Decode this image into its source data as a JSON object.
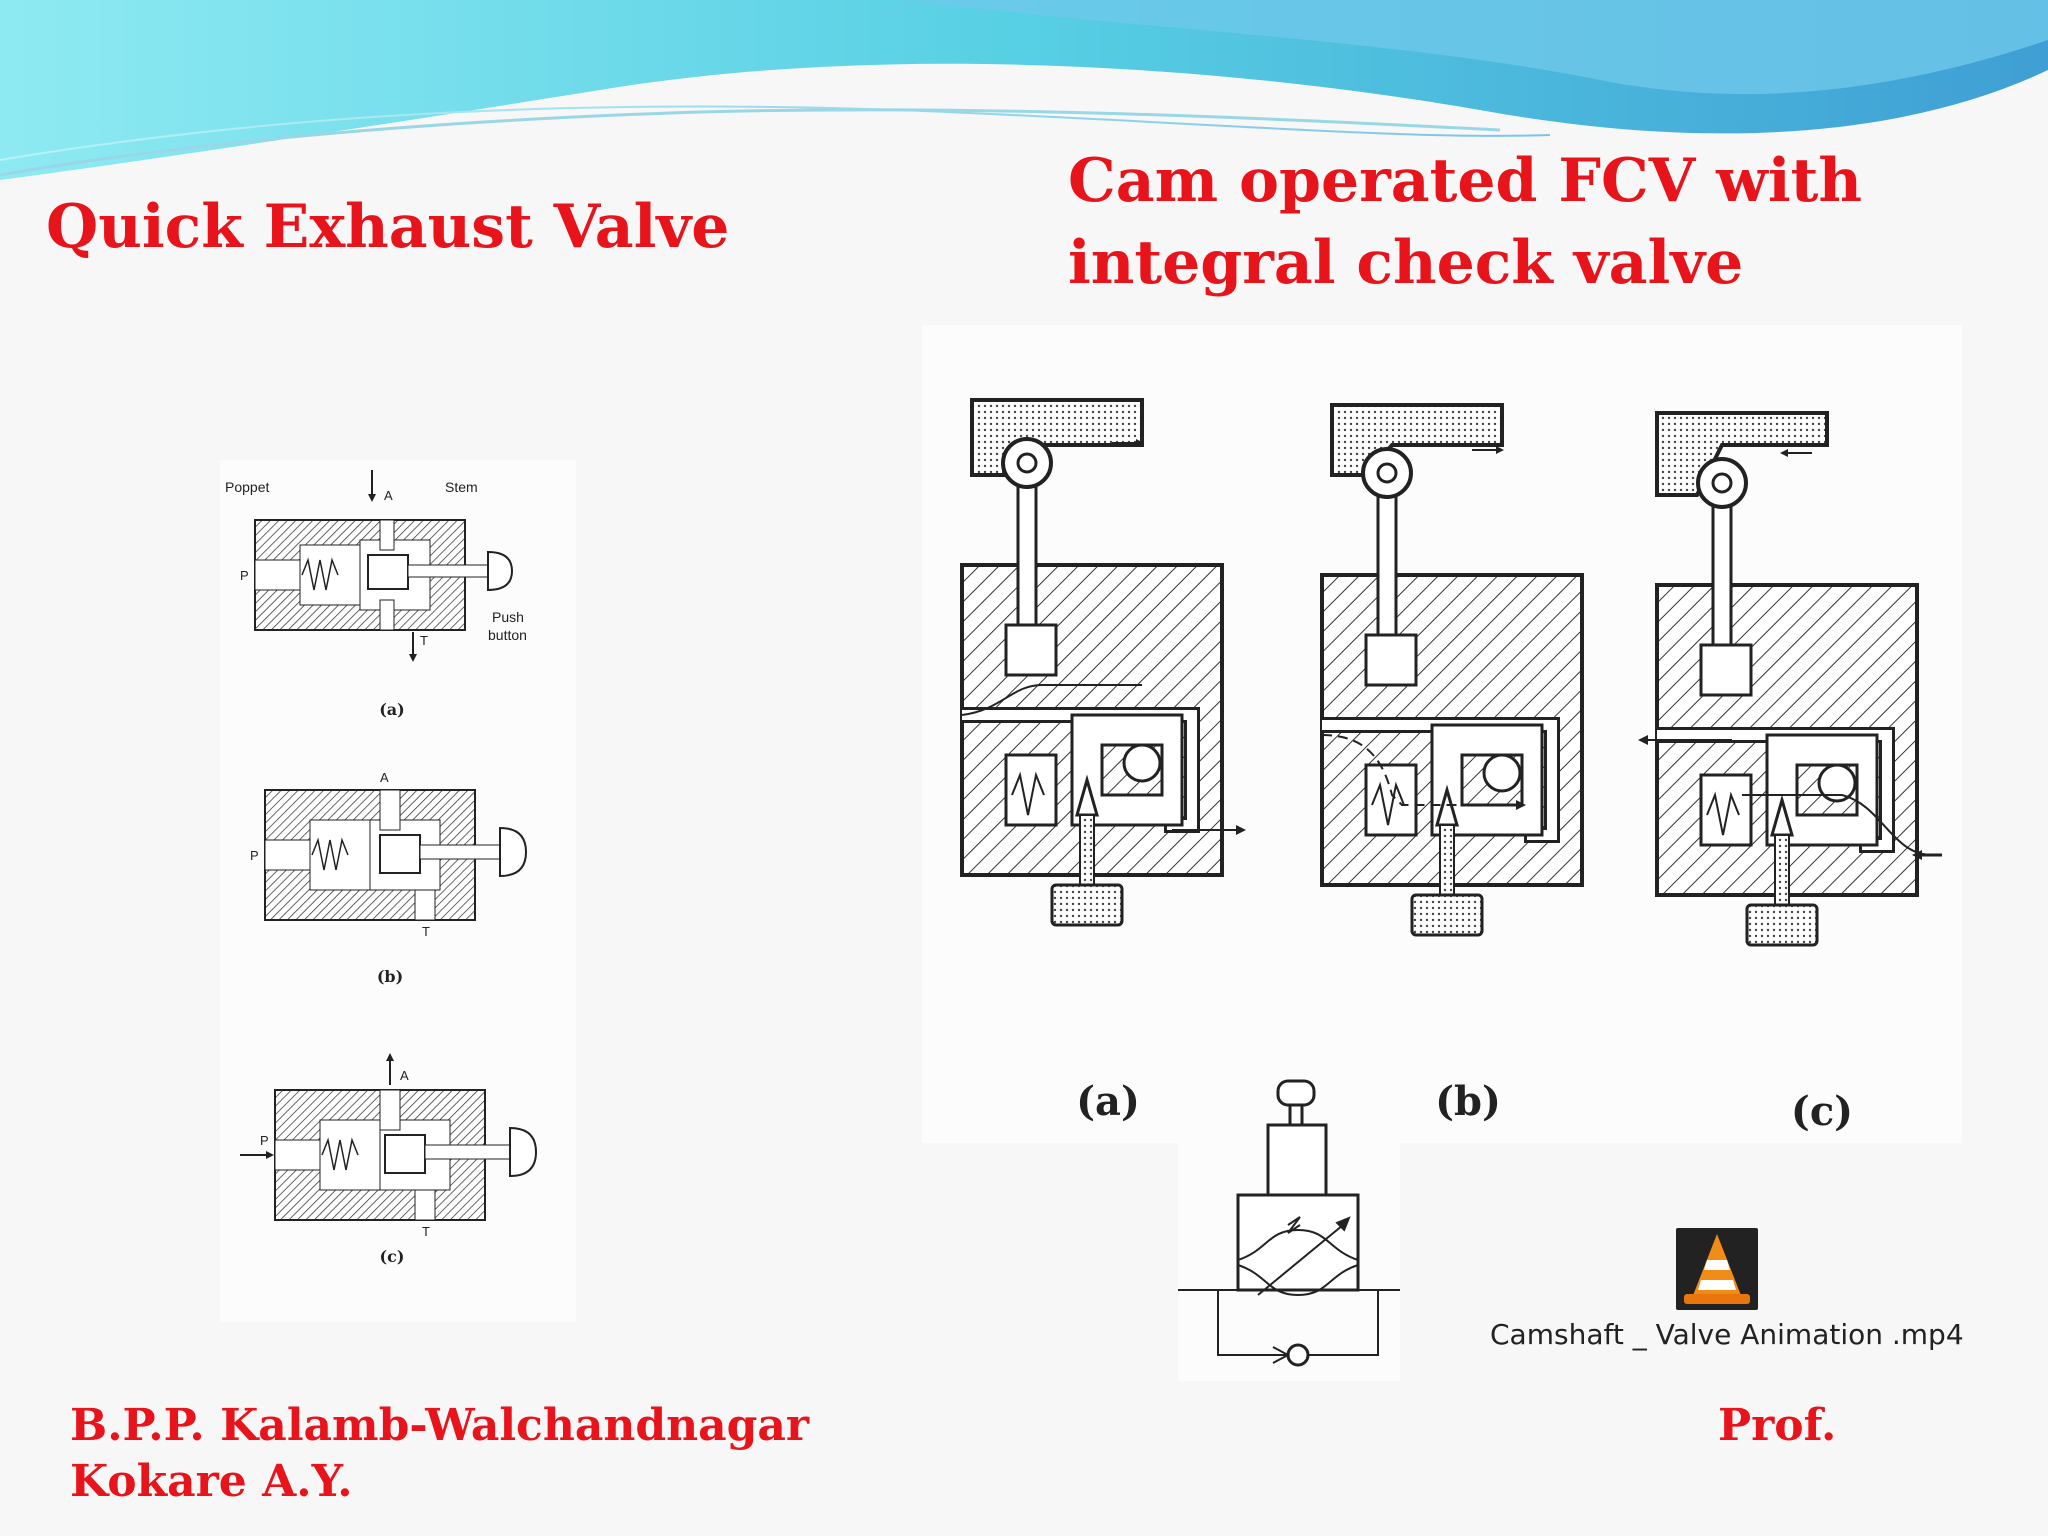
{
  "slide": {
    "title_left": "Quick Exhaust Valve",
    "title_right_line1": "Cam operated FCV with",
    "title_right_line2": "integral check valve"
  },
  "qev_figure": {
    "labels": {
      "poppet": "Poppet",
      "stem": "Stem",
      "port_a": "A",
      "port_p": "P",
      "port_t": "T",
      "push": "Push",
      "button": "button"
    },
    "captions": [
      "(a)",
      "(b)",
      "(c)"
    ]
  },
  "cam_figure": {
    "captions": [
      "(a)",
      "(b)",
      "(c)"
    ]
  },
  "video": {
    "icon": "vlc-cone-icon",
    "filename": "Camshaft _ Valve Animation .mp4"
  },
  "footer": {
    "institute": "B.P.P. Kalamb-Walchandnagar",
    "name": "Kokare A.Y.",
    "prefix": "Prof."
  },
  "colors": {
    "title_red": "#e8141c",
    "wave_cyan": "#5fd0e6",
    "wave_blue": "#4aa8d8"
  }
}
